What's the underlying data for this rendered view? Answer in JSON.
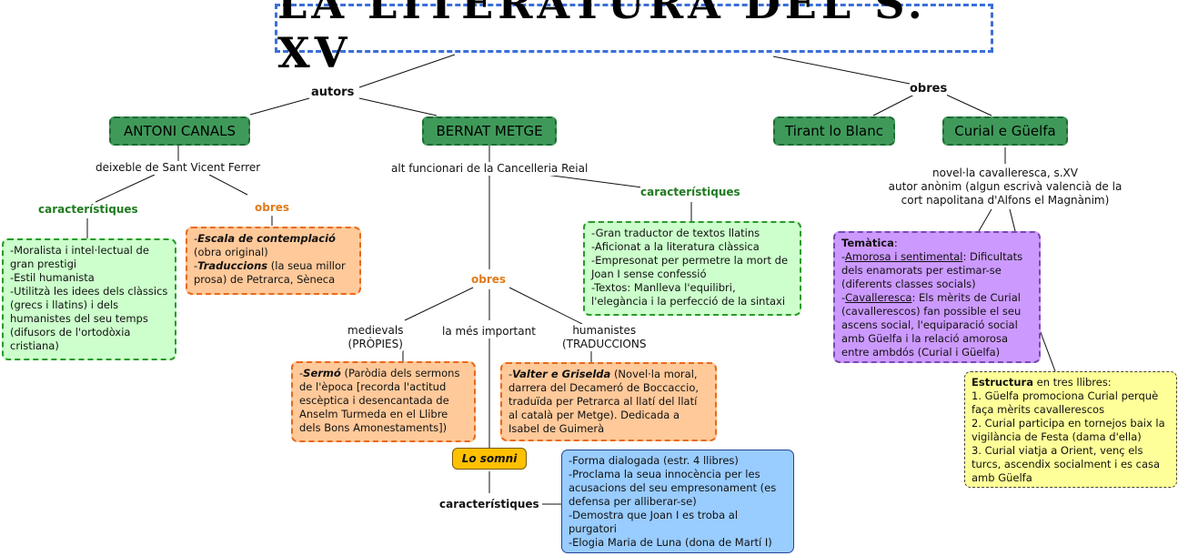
{
  "title": "LA LITERATURA DEL S. XV",
  "branches": {
    "autors": "autors",
    "obres": "obres"
  },
  "canals": {
    "name": "ANTONI CANALS",
    "note": "deixeble de Sant Vicent Ferrer",
    "carac_label": "característiques",
    "obres_label": "obres",
    "carac_text": "-Moralista i intel·lectual de gran prestigi\n-Estil humanista\n-Utilitzà les idees dels clàssics (grecs i llatins) i dels humanistes del seu temps (difusors de l'ortodòxia cristiana)",
    "obres_1_title": "Escala de contemplació",
    "obres_1_rest": "(obra original)",
    "obres_2_title": "Traduccions",
    "obres_2_rest": "(la seua millor prosa) de Petrarca, Sèneca"
  },
  "metge": {
    "name": "BERNAT METGE",
    "note": "alt funcionari de la Cancelleria Reial",
    "carac_label": "característiques",
    "carac_text": "-Gran traductor de textos llatins\n-Aficionat a la literatura clàssica\n-Empresonat per permetre la mort de Joan I sense confessió\n-Textos: Manlleva l'equilibri, l'elegància i la perfecció de la sintaxi",
    "obres_label": "obres",
    "medievals": "medievals\n(PRÒPIES)",
    "important": "la més important",
    "humanistes": "humanistes\n(TRADUCCIONS",
    "sermo_title": "Sermó",
    "sermo_rest": "(Paròdia dels sermons de l'època [recorda l'actitud escèptica i desencantada de Anselm Turmeda en el Llibre dels Bons Amonestaments])",
    "valter_title": "Valter e Griselda",
    "valter_rest": "(Novel·la moral, darrera del Decameró de Boccaccio, traduïda per Petrarca al llatí del llatí al català per Metge). Dedicada a Isabel de Guimerà",
    "somni": "Lo somni",
    "somni_carac_label": "característiques",
    "somni_text": "-Forma dialogada (estr. 4 llibres)\n-Proclama la seua innocència per les acusacions del seu empresonament (es defensa per alliberar-se)\n-Demostra que Joan I es troba al purgatori\n-Elogia Maria de Luna (dona de Martí I)"
  },
  "works": {
    "tirant": "Tirant lo Blanc",
    "curial": "Curial e Güelfa",
    "curial_note": "novel·la cavalleresca, s.XV\nautor anònim (algun escrivà valencià de la cort napolitana d'Alfons el Magnànim)",
    "tematica_label": "Temàtica",
    "tematica_colon": ":",
    "amorosa_label": "Amorosa i sentimental",
    "amorosa_text": ": Dificultats dels enamorats per estimar-se (diferents classes socials)",
    "cavalleresca_label": "Cavalleresca",
    "cavalleresca_text": ": Els mèrits de Curial (cavallerescos) fan possible el seu ascens social, l'equiparació social amb Güelfa i la relació amorosa entre ambdós (Curial i Güelfa)",
    "estructura_label": "Estructura",
    "estructura_text": " en tres llibres:\n1. Güelfa promociona Curial perquè faça mèrits cavallerescos\n2. Curial participa en tornejos baix la vigilància de Festa (dama d'ella)\n3. Curial viatja a Orient, venç els turcs, ascendix socialment i es casa amb Güelfa"
  },
  "colors": {
    "title_border": "#3a6fd8",
    "node_green": "#3f9a5a",
    "box_green": "#ccffcc",
    "box_orange": "#ffc99a",
    "box_purple": "#cc99ff",
    "box_yellow": "#ffff99",
    "box_blue": "#99ccff",
    "somni_gold": "#ffc000"
  }
}
